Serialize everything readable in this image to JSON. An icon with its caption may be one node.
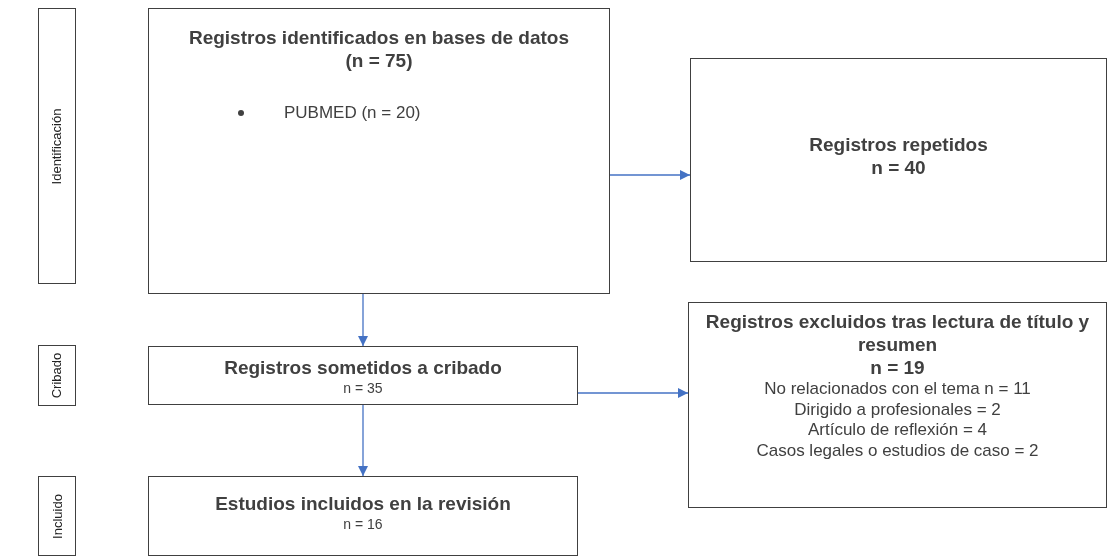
{
  "diagram": {
    "nodes": [
      {
        "text": [
          "Identificación"
        ]
      },
      {
        "text": [
          "Cribado"
        ]
      },
      {
        "text": [
          "Incluido"
        ]
      },
      {
        "text": [
          "Registros identificados en bases de datos",
          "(n = 75)",
          "PUBMED (n = 20)"
        ]
      },
      {
        "text": [
          "Registros repetidos",
          "n = 40"
        ]
      },
      {
        "text": [
          "Registros sometidos a cribado",
          "n = 35"
        ]
      },
      {
        "text": [
          "Registros excluidos tras lectura de título y resumen",
          "n = 19",
          "No relacionados con el tema n = 11",
          "Dirigido a profesionales = 2",
          "Artículo de reflexión  = 4",
          "Casos legales o estudios de caso = 2"
        ]
      },
      {
        "text": [
          "Estudios incluidos en la revisión",
          "n = 16"
        ]
      }
    ],
    "edges": [
      {
        "from": 3,
        "to": 4,
        "arrow": "to"
      },
      {
        "from": 3,
        "to": 5,
        "arrow": "to"
      },
      {
        "from": 5,
        "to": 6,
        "arrow": "to"
      },
      {
        "from": 5,
        "to": 7,
        "arrow": "to"
      }
    ]
  }
}
